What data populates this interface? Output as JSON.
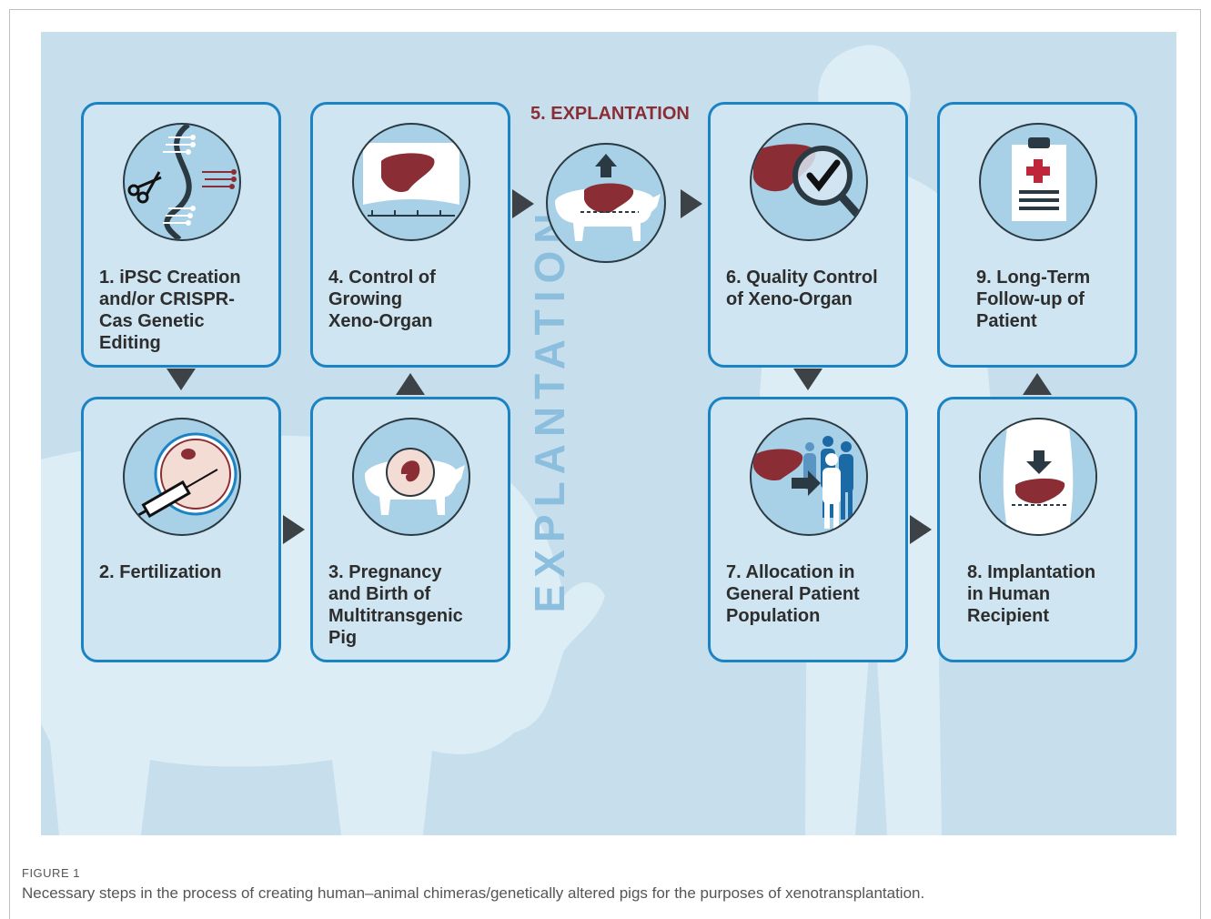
{
  "figure": {
    "explantation_title": "5. EXPLANTATION",
    "explantation_vertical": "EXPLANTATION",
    "steps": [
      {
        "label": "1. iPSC Creation\nand/or CRISPR-\nCas Genetic\nEditing"
      },
      {
        "label": "2. Fertilization"
      },
      {
        "label": "3. Pregnancy\nand Birth of\nMultitransgenic\nPig"
      },
      {
        "label": "4. Control of\nGrowing\nXeno-Organ"
      },
      {
        "label": "6. Quality Control\nof Xeno-Organ"
      },
      {
        "label": "7. Allocation in\nGeneral Patient\nPopulation"
      },
      {
        "label": "8. Implantation\nin Human\nRecipient"
      },
      {
        "label": "9. Long-Term\nFollow-up of\nPatient"
      }
    ],
    "icons": [
      "dna-scissors-icon",
      "injection-icon",
      "pregnant-pig-icon",
      "ultrasound-liver-icon",
      "pig-liver-explant-icon",
      "magnifier-check-icon",
      "allocation-people-icon",
      "torso-implant-icon",
      "clipboard-icon"
    ],
    "colors": {
      "box_border": "#1b83c4",
      "liver": "#8b2d34",
      "panel_bg": "#c7dfec",
      "arrow": "#3c4246"
    }
  },
  "caption": {
    "label": "FIGURE 1",
    "text": "Necessary steps in the process of creating human–animal chimeras/genetically altered pigs for the purposes of xenotransplantation."
  }
}
